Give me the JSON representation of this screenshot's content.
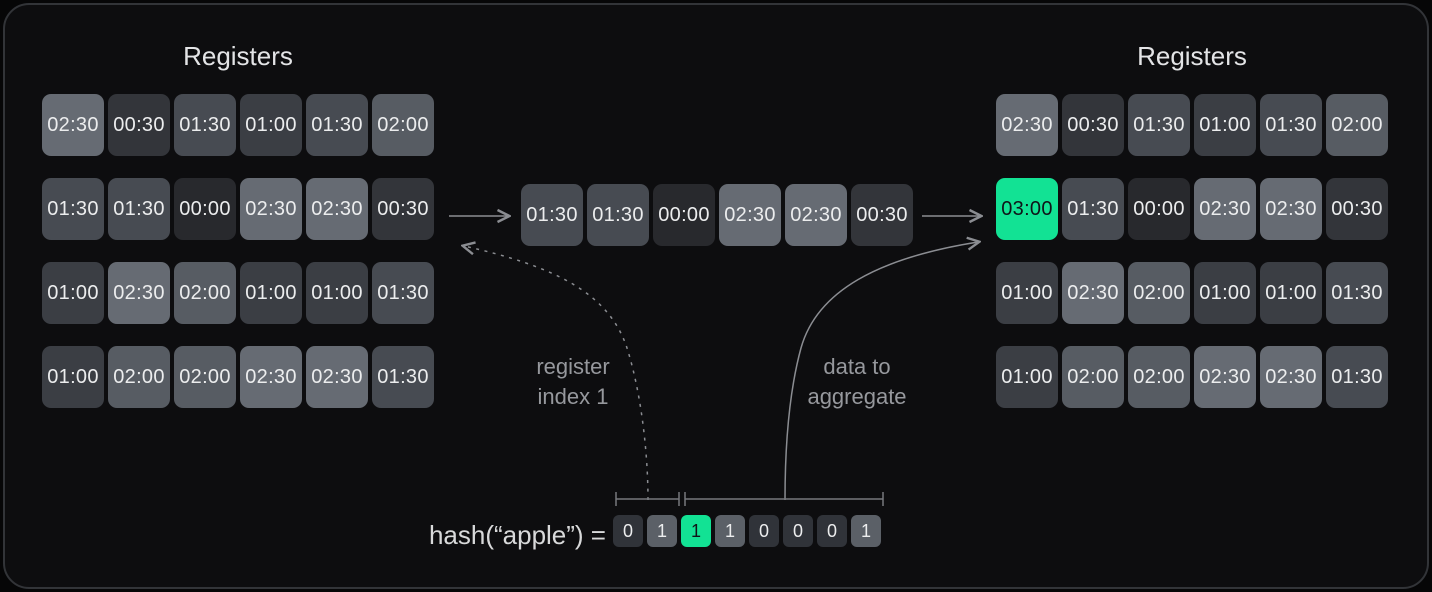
{
  "colors": {
    "canvas_bg": "#060607",
    "card_bg": "#0d0d0f",
    "card_border": "#323438",
    "accent_green": "#12e294",
    "accent_text": "#0f1418",
    "cell_text": "#ecedee",
    "title_text": "#e3e4e6",
    "label_text": "#96989d",
    "hash_label_text": "#d8d9da",
    "arrow": "#8b8d92",
    "bracket": "#76787d",
    "bit_on_bg": "#5b6067",
    "bit_off_bg": "#303339",
    "value_shades": {
      "00:00": "#28292d",
      "00:30": "#33353a",
      "01:00": "#3b3e44",
      "01:30": "#474b52",
      "02:00": "#575c63",
      "02:30": "#666b73",
      "03:00": "#12e294"
    }
  },
  "left_registers": {
    "title": "Registers",
    "rows": [
      [
        "02:30",
        "00:30",
        "01:30",
        "01:00",
        "01:30",
        "02:00"
      ],
      [
        "01:30",
        "01:30",
        "00:00",
        "02:30",
        "02:30",
        "00:30"
      ],
      [
        "01:00",
        "02:30",
        "02:00",
        "01:00",
        "01:00",
        "01:30"
      ],
      [
        "01:00",
        "02:00",
        "02:00",
        "02:30",
        "02:30",
        "01:30"
      ]
    ]
  },
  "middle_row": {
    "cells": [
      "01:30",
      "01:30",
      "00:00",
      "02:30",
      "02:30",
      "00:30"
    ]
  },
  "right_registers": {
    "title": "Registers",
    "rows": [
      [
        "02:30",
        "00:30",
        "01:30",
        "01:00",
        "01:30",
        "02:00"
      ],
      [
        "03:00",
        "01:30",
        "00:00",
        "02:30",
        "02:30",
        "00:30"
      ],
      [
        "01:00",
        "02:30",
        "02:00",
        "01:00",
        "01:00",
        "01:30"
      ],
      [
        "01:00",
        "02:00",
        "02:00",
        "02:30",
        "02:30",
        "01:30"
      ]
    ],
    "highlight": {
      "row": 1,
      "col": 0,
      "value": "03:00"
    }
  },
  "annotations": {
    "register_index": [
      "register",
      "index 1"
    ],
    "data_to_aggregate": [
      "data to",
      "aggregate"
    ]
  },
  "hash": {
    "label": "hash(“apple”) =",
    "bits": [
      "0",
      "1",
      "1",
      "1",
      "0",
      "0",
      "0",
      "1"
    ],
    "highlight_index": 2
  }
}
